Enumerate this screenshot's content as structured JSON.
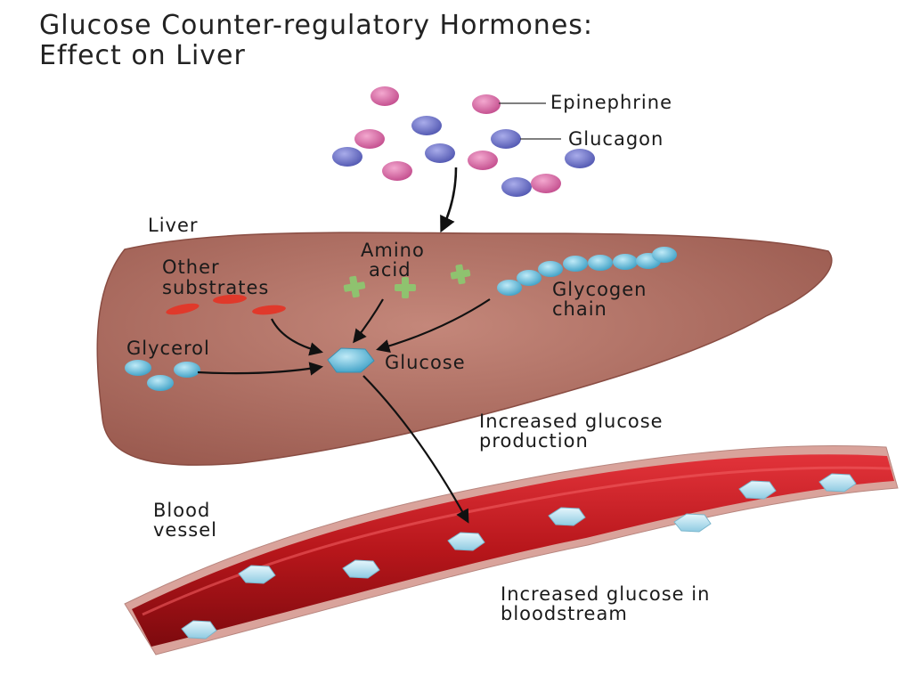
{
  "title": {
    "line1": "Glucose Counter-regulatory Hormones:",
    "line2": "Effect on Liver"
  },
  "labels": {
    "epinephrine": "Epinephrine",
    "glucagon": "Glucagon",
    "liver": "Liver",
    "amino_acid": [
      "Amino",
      "acid"
    ],
    "other_substrates": [
      "Other",
      "substrates"
    ],
    "glycogen_chain": [
      "Glycogen",
      "chain"
    ],
    "glycerol": "Glycerol",
    "glucose": "Glucose",
    "increased_production": [
      "Increased glucose",
      "production"
    ],
    "blood_vessel": [
      "Blood",
      "vessel"
    ],
    "increased_bloodstream": [
      "Increased glucose in",
      "bloodstream"
    ]
  },
  "colors": {
    "epinephrine": "#d35a9c",
    "glucagon": "#6b70c4",
    "liver": "#b06e62",
    "amino_acid": "#8fc26f",
    "other_substrates": "#e0392b",
    "glycogen": "#4fb0d0",
    "glucose": "#a9dbf0",
    "vessel": "#b7161b"
  }
}
